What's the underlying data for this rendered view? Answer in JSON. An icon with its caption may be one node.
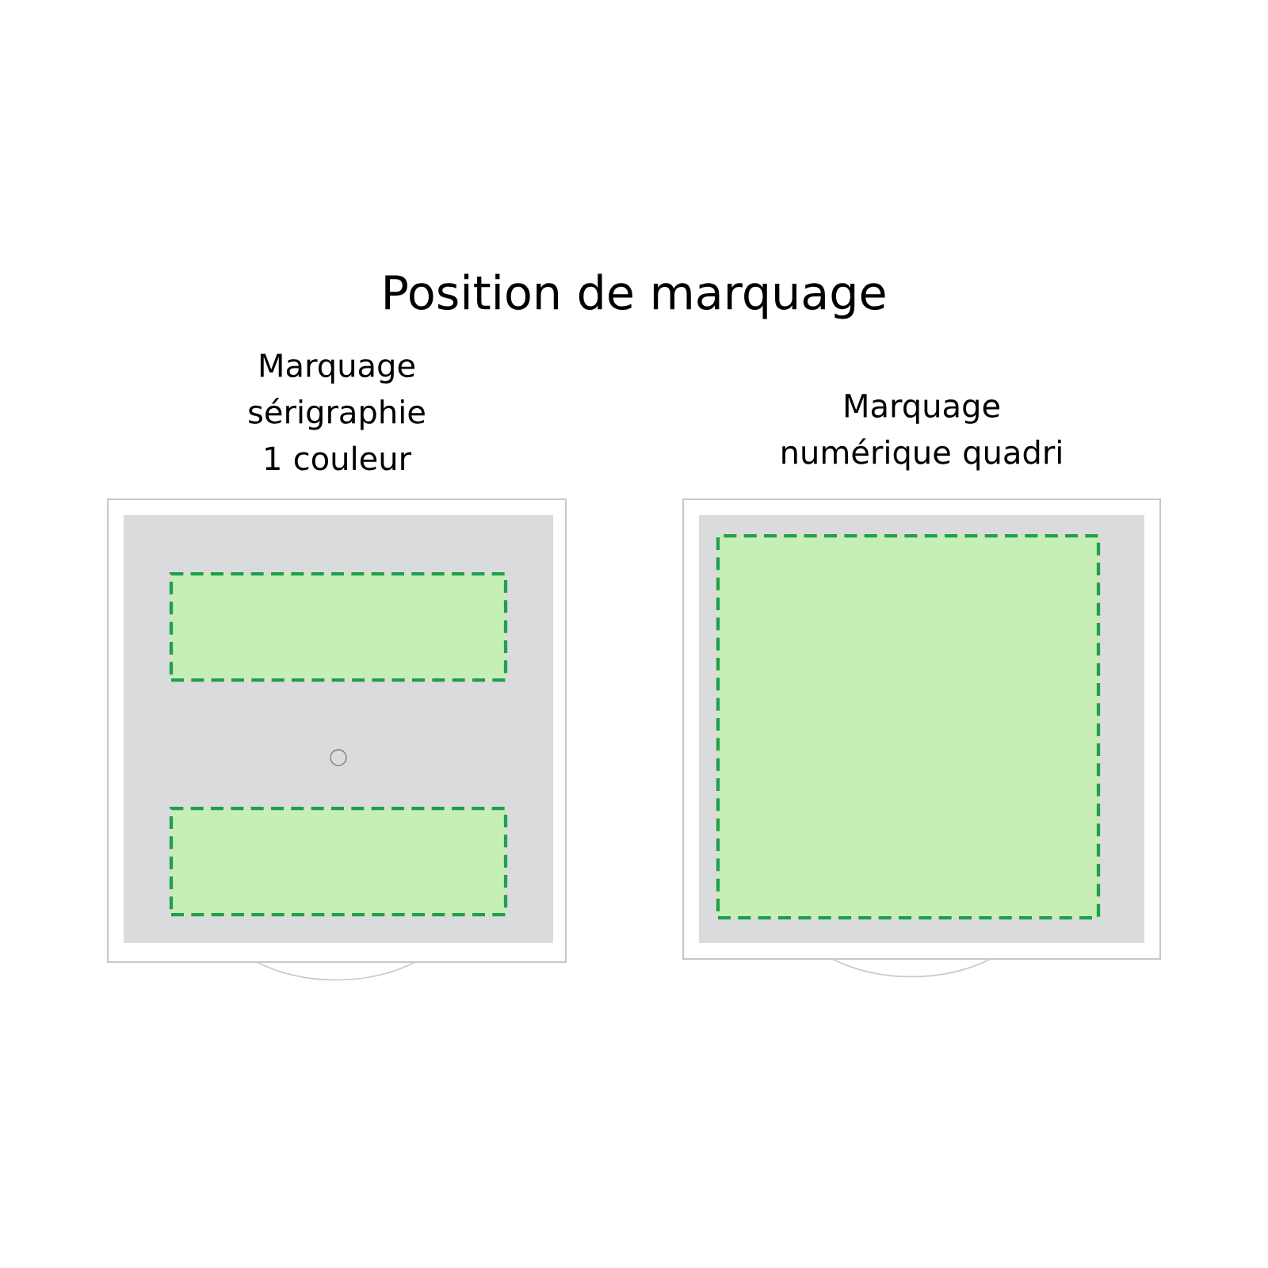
{
  "diagram": {
    "title": "Position de marquage",
    "nodes": [
      {
        "text": [
          "Marquage sérigraphie 1 couleur"
        ]
      },
      {
        "text": [],
        "shape": "box",
        "in": 0
      },
      {
        "text": [],
        "shape": "box",
        "in": 0
      },
      {
        "text": [
          "Marquage numérique quadri"
        ]
      },
      {
        "text": [],
        "shape": "box",
        "in": 3
      }
    ],
    "edges": []
  }
}
